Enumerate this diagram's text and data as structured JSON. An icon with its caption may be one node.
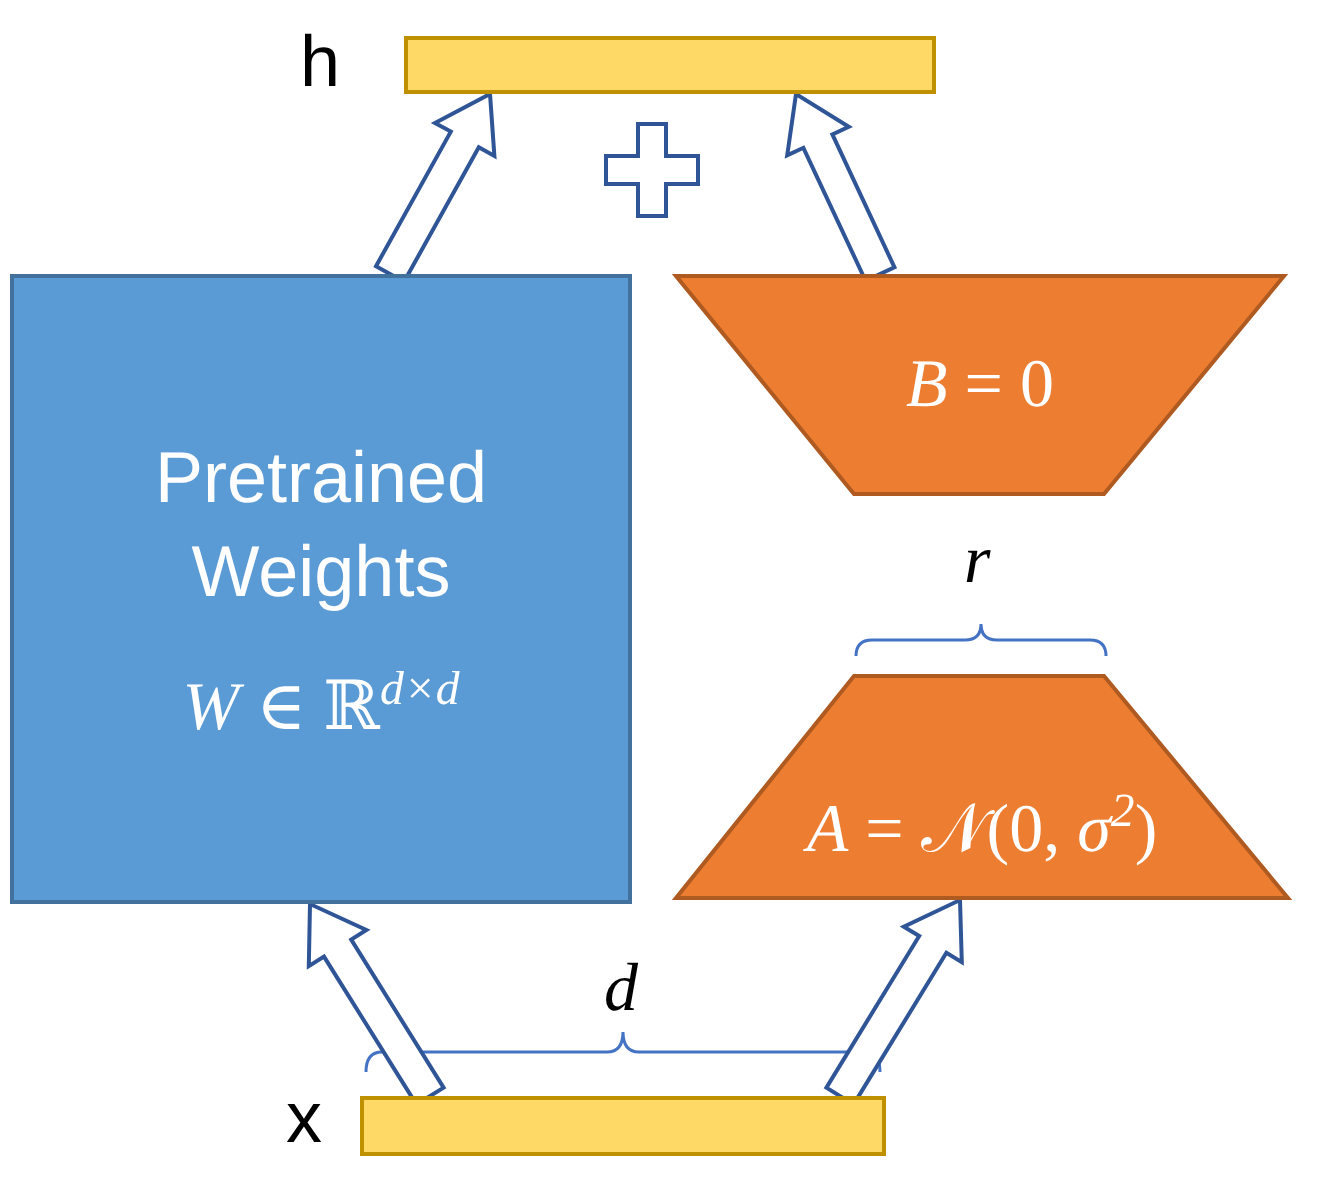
{
  "diagram": {
    "nodes": [
      {
        "text": [],
        "shape": "bar",
        "beside": [
          "h"
        ]
      },
      {
        "text": [
          "Pretrained Weights",
          "*W* ∈ ℝ$^{d×d}$"
        ]
      },
      {
        "text": [
          "*B* = 0"
        ]
      },
      {
        "text": [
          "*A* = 𝒩(0, *σ*$^{2}$)"
        ]
      },
      {
        "text": [],
        "shape": "bar",
        "beside": [
          "x"
        ]
      }
    ],
    "edges": [
      {
        "from": 1,
        "to": 0,
        "arrow": "to"
      },
      {
        "from": 2,
        "to": 0,
        "arrow": "to"
      },
      {
        "from": 4,
        "to": 1,
        "arrow": "to"
      },
      {
        "from": 4,
        "to": 3,
        "arrow": "to"
      }
    ],
    "labels": [
      "r",
      "d"
    ]
  }
}
